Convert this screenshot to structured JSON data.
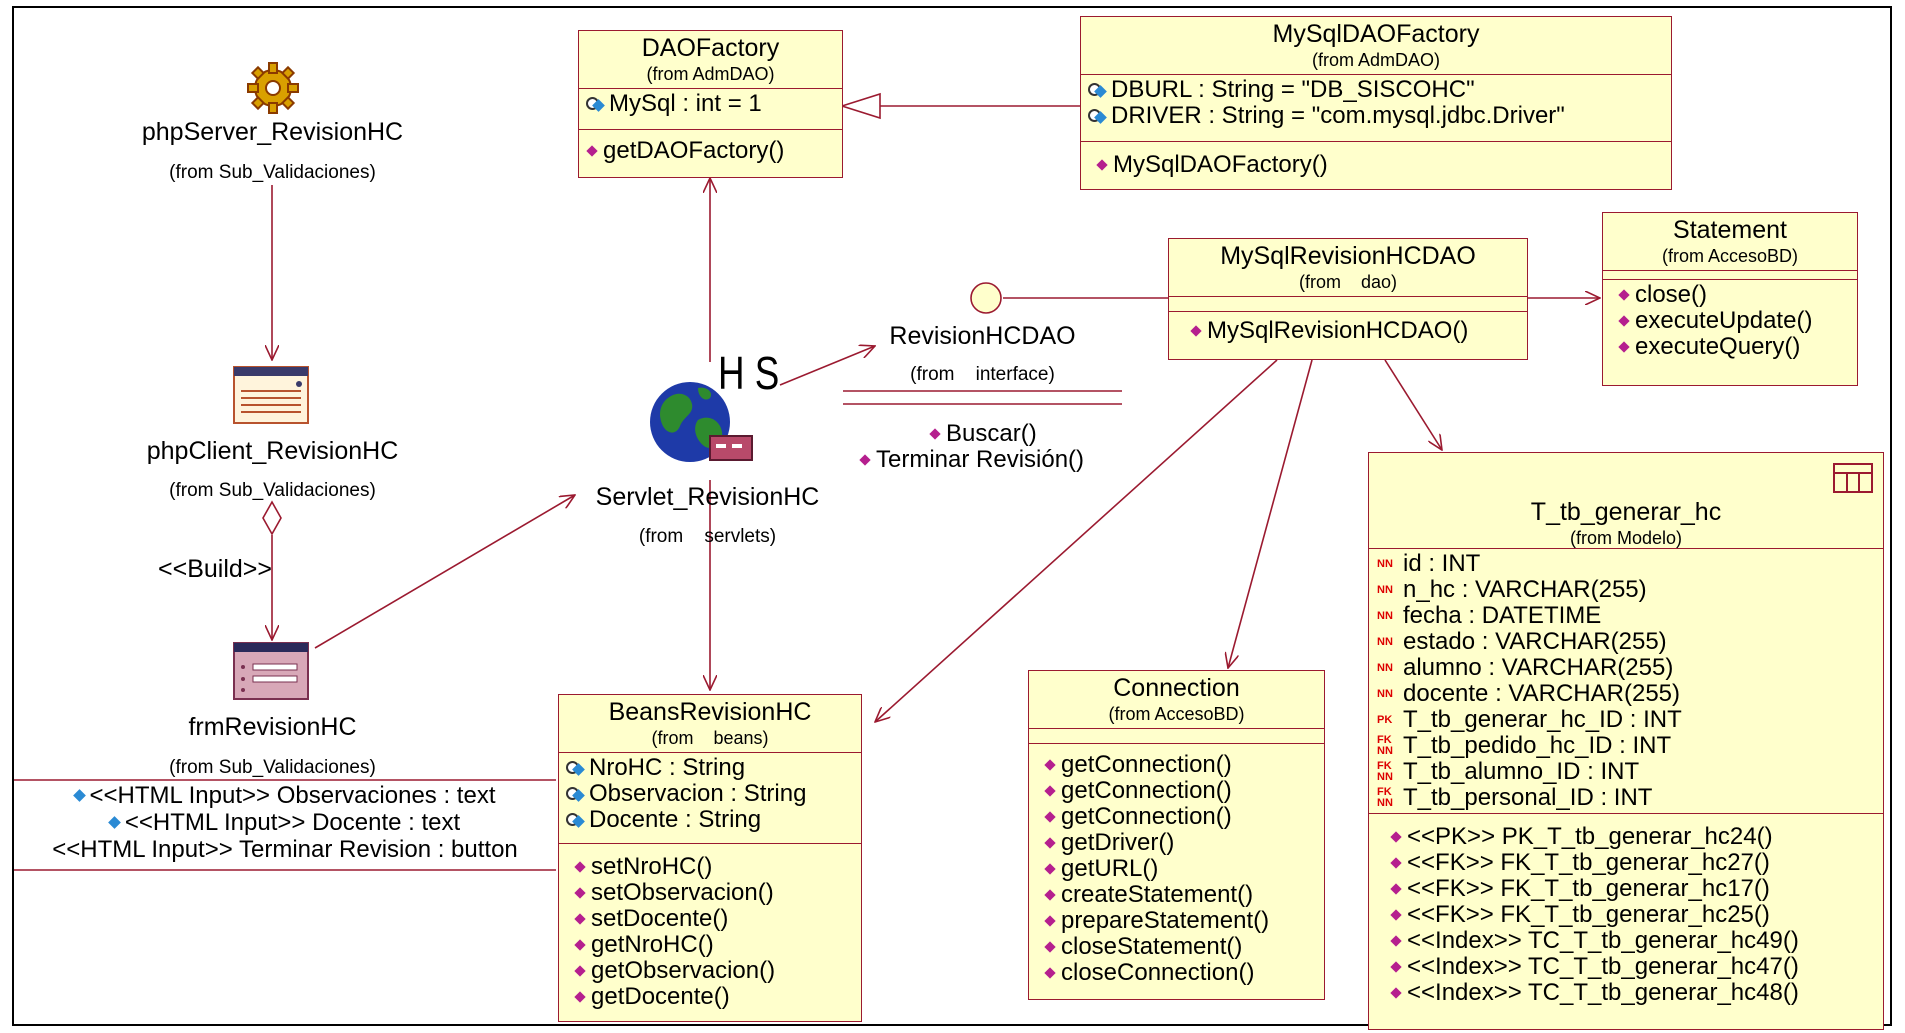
{
  "components": {
    "php_server": {
      "name": "phpServer_RevisionHC",
      "from": "(from Sub_Validaciones)"
    },
    "php_client": {
      "name": "phpClient_RevisionHC",
      "from": "(from Sub_Validaciones)"
    },
    "frm": {
      "name": "frmRevisionHC",
      "from": "(from Sub_Validaciones)"
    },
    "build_label": "<<Build>>",
    "servlet": {
      "name": "Servlet_RevisionHC",
      "from": "(from    servlets)",
      "hs": "H S"
    }
  },
  "html_inputs": [
    "<<HTML Input>> Observaciones : text",
    "<<HTML Input>> Docente : text",
    "<<HTML Input>> Terminar Revision : button"
  ],
  "interface": {
    "name": "RevisionHCDAO",
    "from": "(from    interface)",
    "ops": [
      "Buscar()",
      "Terminar Revisión()"
    ]
  },
  "classes": {
    "dao_factory": {
      "name": "DAOFactory",
      "from": "(from AdmDAO)",
      "attrs": [
        "MySql : int = 1"
      ],
      "ops": [
        "getDAOFactory()"
      ]
    },
    "mysql_dao_factory": {
      "name": "MySqlDAOFactory",
      "from": "(from AdmDAO)",
      "attrs": [
        "DBURL : String = \"DB_SISCOHC\"",
        "DRIVER : String = \"com.mysql.jdbc.Driver\""
      ],
      "ops": [
        "MySqlDAOFactory()"
      ]
    },
    "mysql_revision": {
      "name": "MySqlRevisionHCDAO",
      "from": "(from    dao)",
      "attrs": [],
      "ops": [
        "MySqlRevisionHCDAO()"
      ]
    },
    "statement": {
      "name": "Statement",
      "from": "(from AccesoBD)",
      "ops": [
        "close()",
        "executeUpdate()",
        "executeQuery()"
      ]
    },
    "beans": {
      "name": "BeansRevisionHC",
      "from": "(from    beans)",
      "attrs": [
        "NroHC : String",
        "Observacion : String",
        "Docente : String"
      ],
      "ops": [
        "setNroHC()",
        "setObservacion()",
        "setDocente()",
        "getNroHC()",
        "getObservacion()",
        "getDocente()"
      ]
    },
    "connection": {
      "name": "Connection",
      "from": "(from AccesoBD)",
      "ops": [
        "getConnection()",
        "getConnection()",
        "getConnection()",
        "getDriver()",
        "getURL()",
        "createStatement()",
        "prepareStatement()",
        "closeStatement()",
        "closeConnection()"
      ]
    },
    "table": {
      "name": "T_tb_generar_hc",
      "from": "(from Modelo)",
      "columns": [
        {
          "key": "NN",
          "text": "id : INT"
        },
        {
          "key": "NN",
          "text": "n_hc : VARCHAR(255)"
        },
        {
          "key": "NN",
          "text": "fecha : DATETIME"
        },
        {
          "key": "NN",
          "text": "estado : VARCHAR(255)"
        },
        {
          "key": "NN",
          "text": "alumno : VARCHAR(255)"
        },
        {
          "key": "NN",
          "text": "docente : VARCHAR(255)"
        },
        {
          "key": "PK",
          "text": "T_tb_generar_hc_ID : INT"
        },
        {
          "key": "FKNN",
          "text": "T_tb_pedido_hc_ID : INT"
        },
        {
          "key": "FKNN",
          "text": "T_tb_alumno_ID : INT"
        },
        {
          "key": "FKNN",
          "text": "T_tb_personal_ID : INT"
        }
      ],
      "ops": [
        "<<PK>> PK_T_tb_generar_hc24()",
        "<<FK>> FK_T_tb_generar_hc27()",
        "<<FK>> FK_T_tb_generar_hc17()",
        "<<FK>> FK_T_tb_generar_hc25()",
        "<<Index>> TC_T_tb_generar_hc49()",
        "<<Index>> TC_T_tb_generar_hc47()",
        "<<Index>> TC_T_tb_generar_hc48()"
      ]
    }
  }
}
